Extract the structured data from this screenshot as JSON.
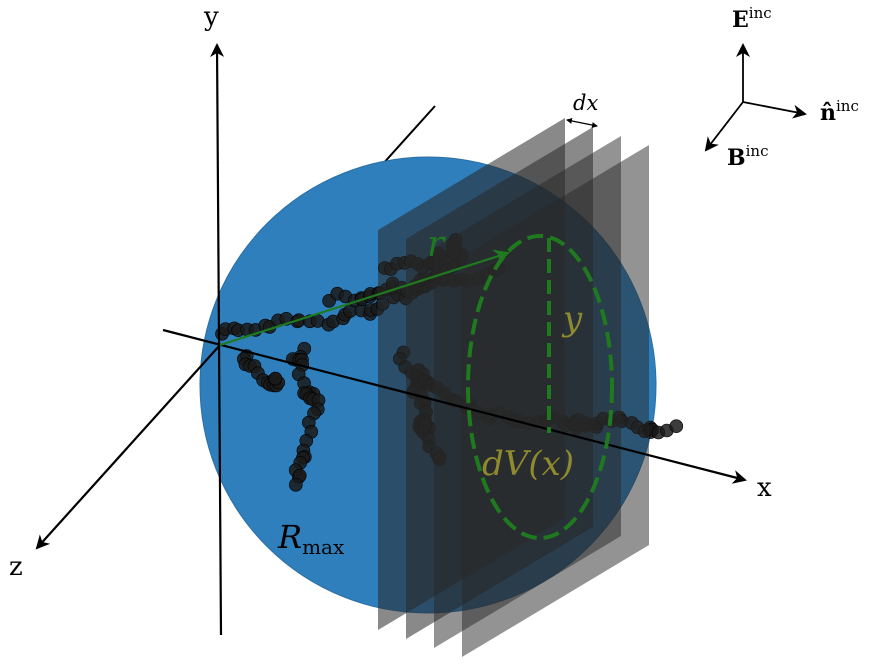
{
  "axes": {
    "y_label": "y",
    "x_label": "x",
    "z_label": "z"
  },
  "sphere": {
    "label_main": "R",
    "label_sub": "max",
    "color": "#2f7fbd"
  },
  "slab": {
    "plane_count": 4,
    "thickness_label": "dx",
    "volume_label": "dV(x)",
    "radius_label": "y",
    "dashed_color": "#1f7a1f",
    "label_color": "#8f8a2e"
  },
  "position_vector": {
    "label": "r",
    "color": "#1f7a1f"
  },
  "incident_field": {
    "E_label": "E",
    "E_sup": "inc",
    "n_label": "n̂",
    "n_sup": "inc",
    "B_label": "B",
    "B_sup": "inc"
  },
  "aggregate": {
    "particle_color": "#1a1a1a"
  }
}
